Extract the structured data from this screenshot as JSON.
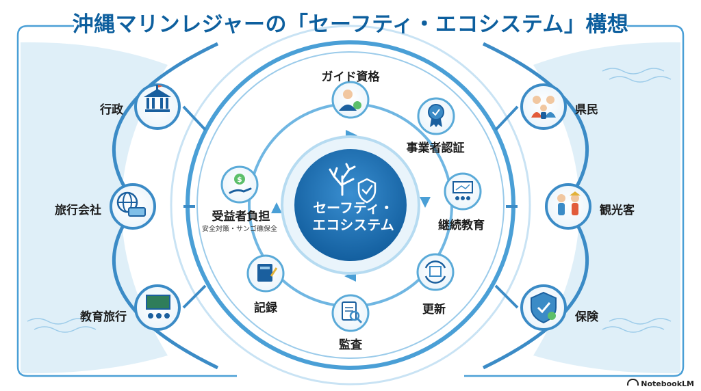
{
  "title": "沖縄マリンレジャーの「セーフティ・エコシステム」構想",
  "center": {
    "line1": "セーフティ・",
    "line2": "エコシステム"
  },
  "inner_cycle": [
    {
      "id": "guide",
      "label": "ガイド資格",
      "icon": "guide-person-icon"
    },
    {
      "id": "cert",
      "label": "事業者認証",
      "icon": "certificate-badge-icon"
    },
    {
      "id": "training",
      "label": "継続教育",
      "icon": "training-class-icon"
    },
    {
      "id": "renew",
      "label": "更新",
      "icon": "renewal-calendar-icon"
    },
    {
      "id": "audit",
      "label": "監査",
      "icon": "audit-clipboard-icon"
    },
    {
      "id": "record",
      "label": "記録",
      "icon": "record-book-icon"
    },
    {
      "id": "beneficiary",
      "label": "受益者負担",
      "sublabel": "安全対策・サンゴ礁保全",
      "icon": "money-hand-icon"
    }
  ],
  "left_stakeholders": [
    {
      "id": "gov",
      "label": "行政",
      "icon": "government-building-icon"
    },
    {
      "id": "travel",
      "label": "旅行会社",
      "icon": "globe-ticket-icon"
    },
    {
      "id": "school",
      "label": "教育旅行",
      "icon": "classroom-icon"
    }
  ],
  "right_stakeholders": [
    {
      "id": "residents",
      "label": "県民",
      "icon": "family-icon"
    },
    {
      "id": "tourists",
      "label": "観光客",
      "icon": "tourists-icon"
    },
    {
      "id": "insurance",
      "label": "保険",
      "icon": "shield-check-icon"
    }
  ],
  "brand": "NotebookLM",
  "colors": {
    "primary": "#0d5f9e",
    "ring": "#5aaad8",
    "light": "#d6eaf6",
    "center": "#1a6fb5"
  }
}
